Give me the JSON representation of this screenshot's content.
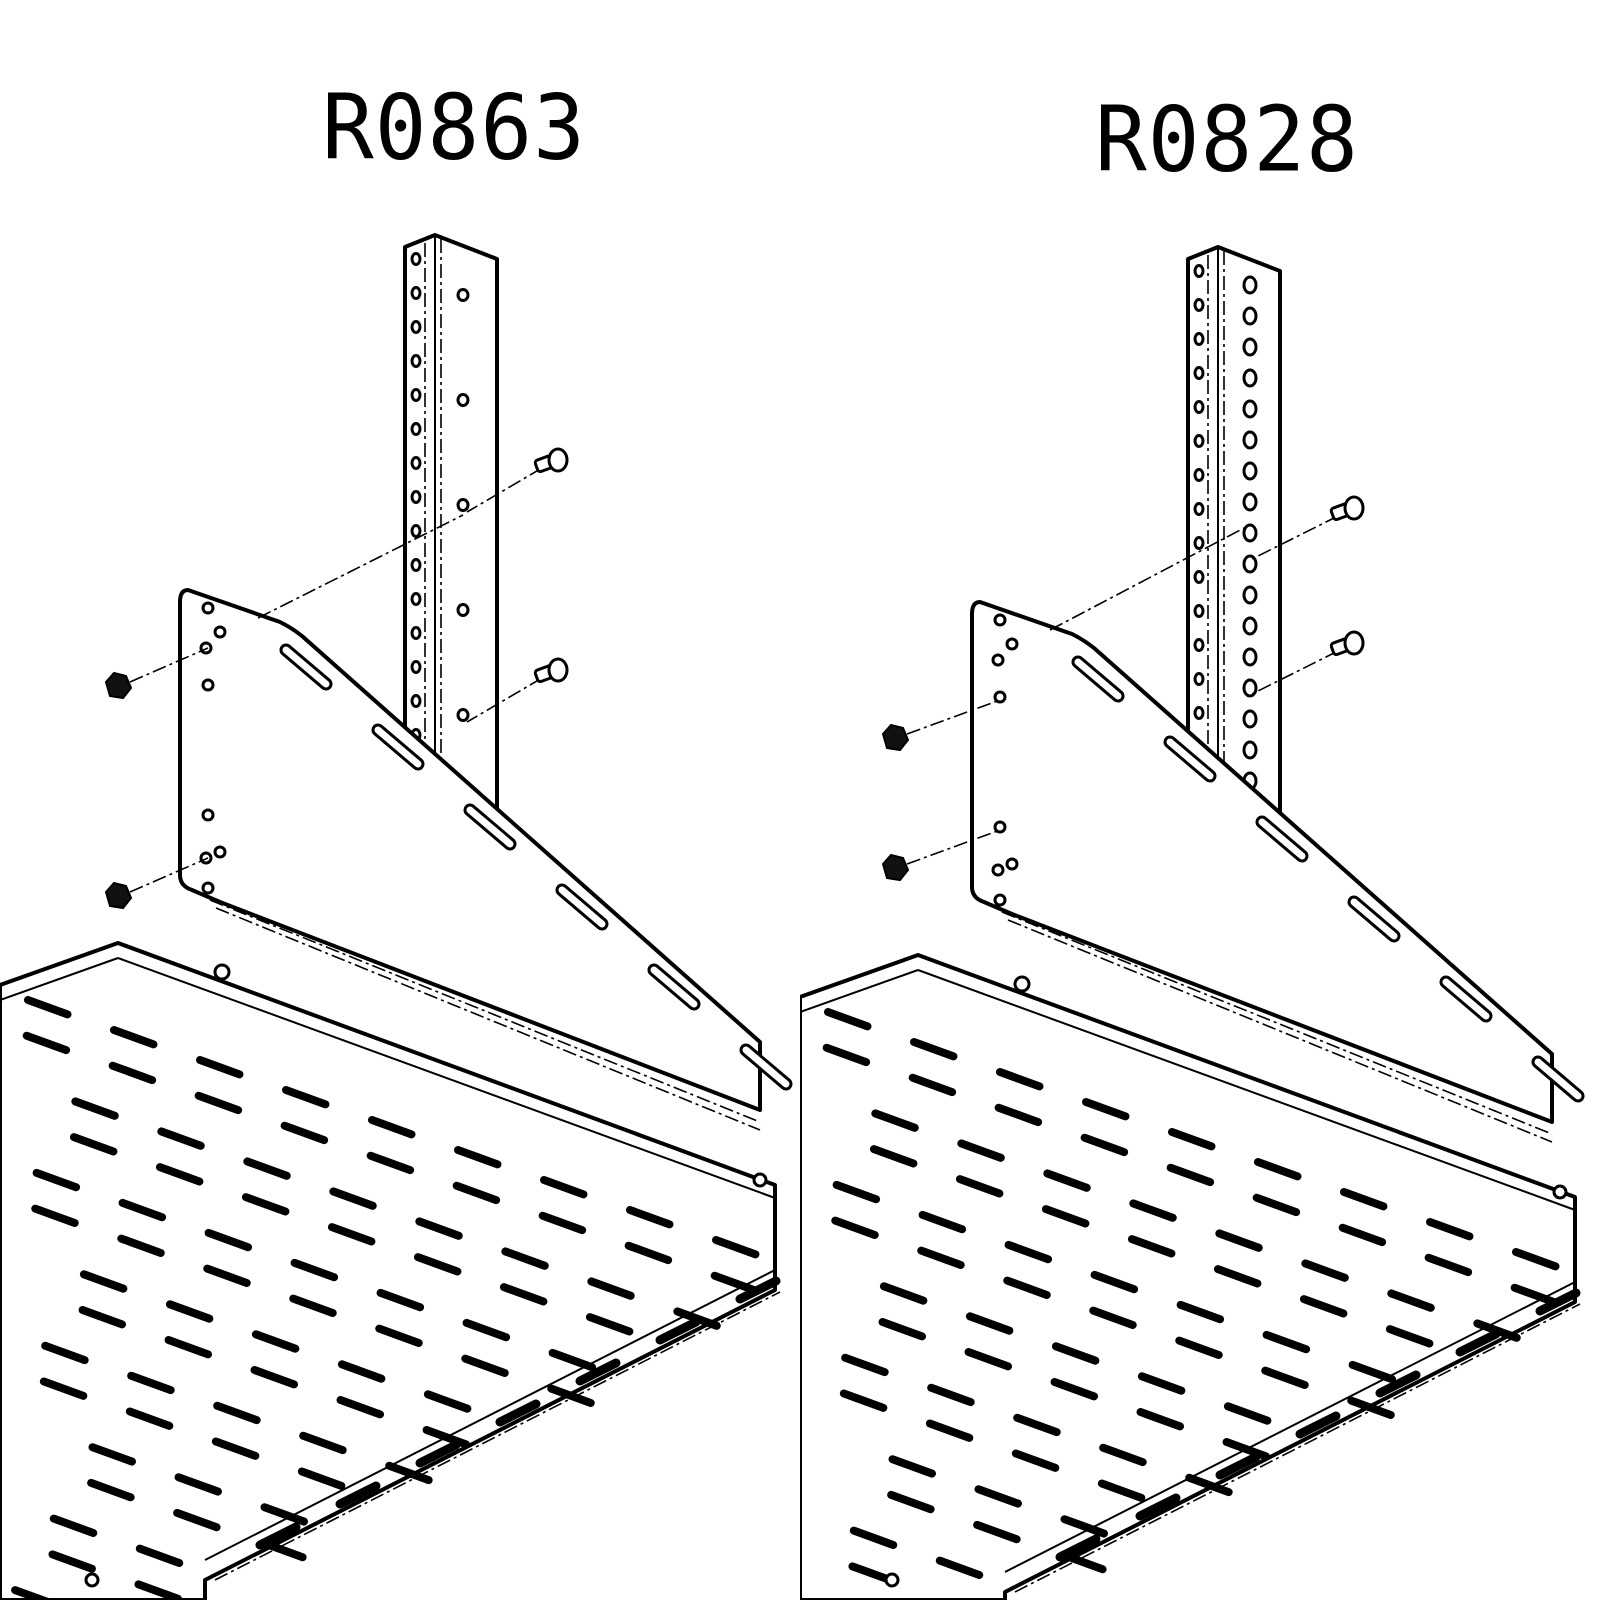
{
  "figures": [
    {
      "label": "R0863",
      "variant": "a"
    },
    {
      "label": "R0828",
      "variant": "b"
    }
  ],
  "colors": {
    "line": "#000000",
    "background": "#ffffff"
  },
  "parts": {
    "upright": "rack-upright-post",
    "bracket": "gusset-bracket",
    "shelf": "perforated-shelf",
    "bolts": "hex-bolt",
    "nuts": "hex-nut"
  }
}
